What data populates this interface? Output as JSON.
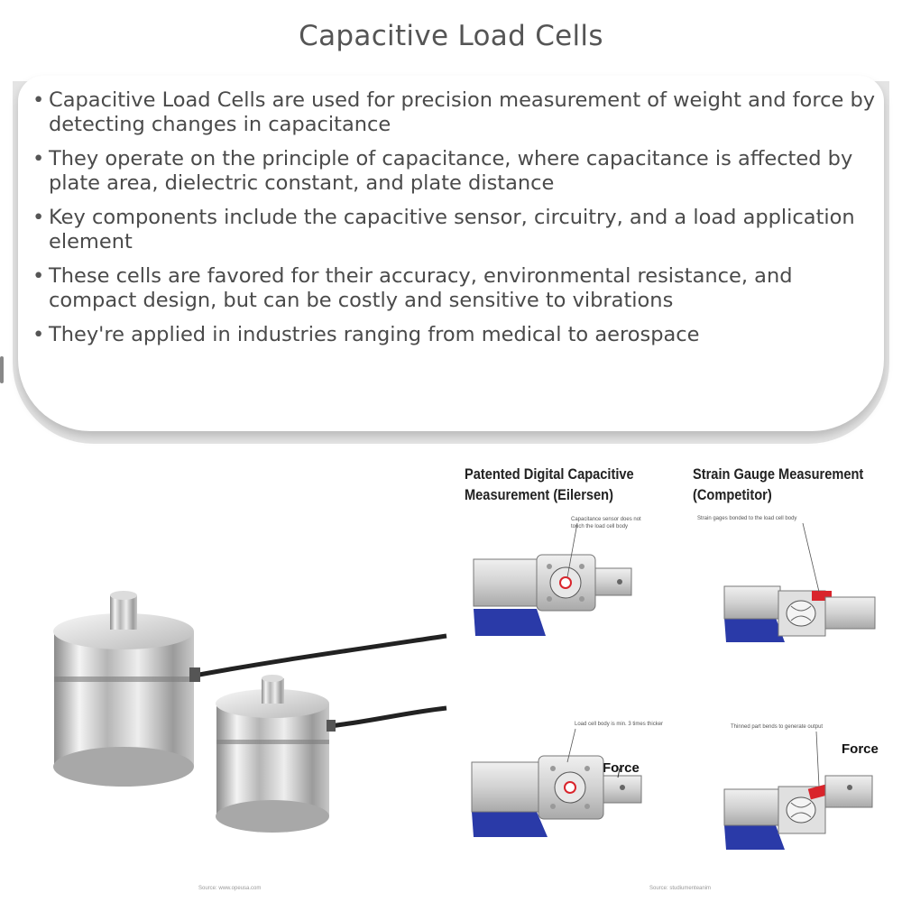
{
  "title": "Capacitive Load Cells",
  "bullets": [
    "Capacitive Load Cells are used for precision measurement of weight and force by detecting changes in capacitance",
    "They operate on the principle of capacitance, where capacitance is affected by plate area, dielectric constant, and plate distance",
    "Key components include the capacitive sensor, circuitry, and a load application element",
    "These cells are favored for their accuracy, environmental resistance, and compact design, but can be costly and sensitive to vibrations",
    "They're applied in industries ranging from medical to aerospace"
  ],
  "diagram": {
    "left_header": [
      "Patented Digital Capacitive",
      "Measurement (Eilersen)"
    ],
    "right_header": [
      "Strain Gauge Measurement",
      "(Competitor)"
    ],
    "labels": {
      "top_left": [
        "Capacitance sensor does not",
        "touch the load cell body"
      ],
      "top_right": "Strain gages bonded to the load cell body",
      "bottom_left": "Load cell body is min. 3 times thicker",
      "bottom_right": "Thinned part bends to generate output"
    },
    "force_label": "Force"
  },
  "sources": {
    "left": "Source: www.opeusa.com",
    "right": "Source: studiumenteanim"
  },
  "colors": {
    "base_blue": "#2a3aa8",
    "highlight_red": "#d9242b",
    "metal": "#c9c9c9"
  }
}
